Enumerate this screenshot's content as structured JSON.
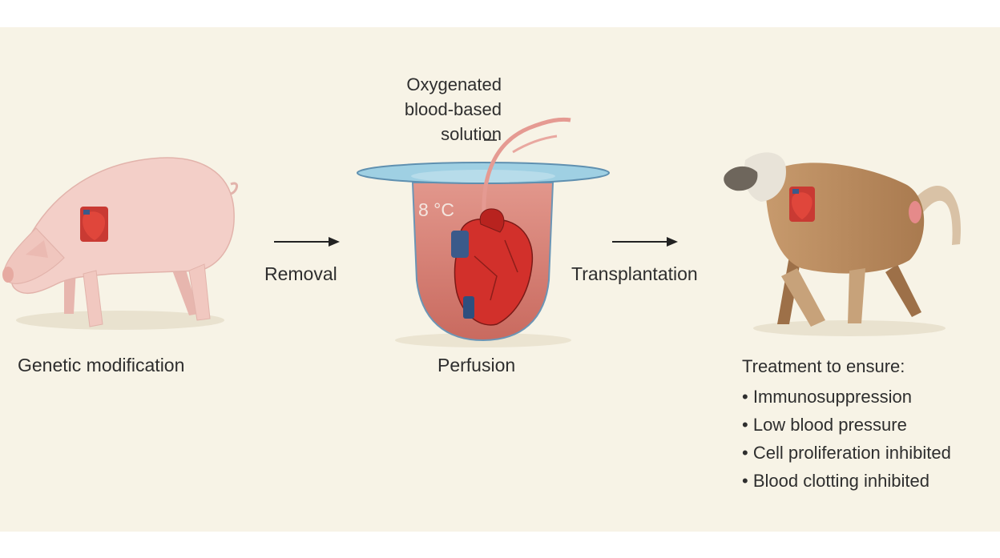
{
  "labels": {
    "genetic_modification": "Genetic modification",
    "removal": "Removal",
    "perfusion": "Perfusion",
    "transplantation": "Transplantation"
  },
  "solution_label": [
    "Oxygenated",
    "blood-based",
    "solution"
  ],
  "temperature": "8 °C",
  "treatment": {
    "heading": "Treatment to ensure:",
    "items": [
      "Immunosuppression",
      "Low blood pressure",
      "Cell proliferation inhibited",
      "Blood clotting inhibited"
    ]
  },
  "colors": {
    "background": "#f7f3e6",
    "pig": "#f3cfc8",
    "baboon": "#b98a5e",
    "heart": "#d2302b",
    "solution": "#d9847a",
    "dish_rim": "#8fc6dc"
  },
  "icons": [
    "pig-illustration",
    "heart-icon",
    "perfusion-dish",
    "baboon-illustration",
    "arrow-right-icon"
  ]
}
